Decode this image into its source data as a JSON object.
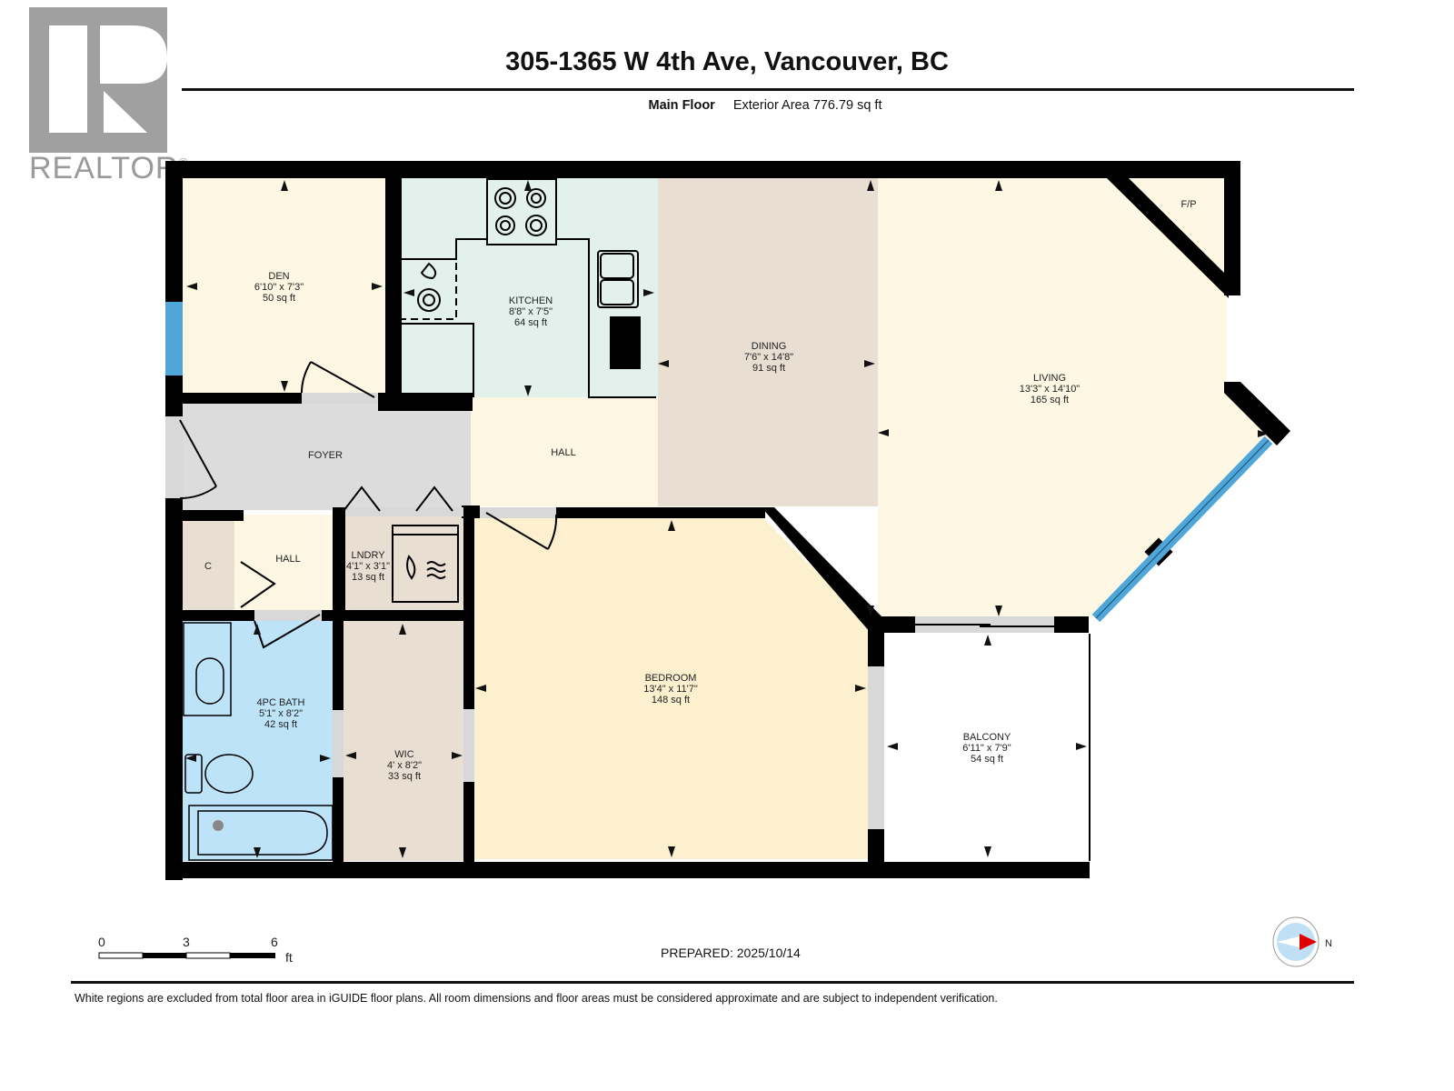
{
  "header": {
    "logo_text": "REALTOR",
    "logo_reg": "®",
    "title": "305-1365 W 4th Ave, Vancouver, BC",
    "floor_label": "Main Floor",
    "exterior_area": "Exterior Area 776.79 sq ft"
  },
  "rooms": {
    "den": {
      "name": "DEN",
      "dims": "6'10\" x 7'3\"",
      "area": "50 sq ft"
    },
    "kitchen": {
      "name": "KITCHEN",
      "dims": "8'8\" x 7'5\"",
      "area": "64 sq ft"
    },
    "dining": {
      "name": "DINING",
      "dims": "7'6\" x 14'8\"",
      "area": "91 sq ft"
    },
    "living": {
      "name": "LIVING",
      "dims": "13'3\" x 14'10\"",
      "area": "165 sq ft"
    },
    "fireplace": {
      "name": "F/P"
    },
    "foyer": {
      "name": "FOYER"
    },
    "hall_upper": {
      "name": "HALL"
    },
    "hall_lower": {
      "name": "HALL"
    },
    "closet": {
      "name": "C"
    },
    "laundry": {
      "name": "LNDRY",
      "dims": "4'1\" x 3'1\"",
      "area": "13 sq ft"
    },
    "bath": {
      "name": "4PC BATH",
      "dims": "5'1\" x 8'2\"",
      "area": "42 sq ft"
    },
    "wic": {
      "name": "WIC",
      "dims": "4' x 8'2\"",
      "area": "33 sq ft"
    },
    "bedroom": {
      "name": "BEDROOM",
      "dims": "13'4\" x 11'7\"",
      "area": "148 sq ft"
    },
    "balcony": {
      "name": "BALCONY",
      "dims": "6'11\" x 7'9\"",
      "area": "54 sq ft"
    }
  },
  "colors": {
    "wall": "#000000",
    "den": "#fdf6e3",
    "kitchen": "#e3f1ec",
    "dining": "#e8dfd2",
    "living": "#fdf7e3",
    "foyer": "#dcdcdc",
    "hall": "#fdf6e3",
    "closet": "#e8dfd2",
    "laundry": "#e8dfd2",
    "bath": "#bde3f8",
    "wic": "#e8dfd2",
    "bedroom": "#fdf0cf",
    "balcony": "#ffffff",
    "window": "#4fa6d9",
    "compass_fill": "#bfe0f4",
    "compass_arrow": "#e00000"
  },
  "scale_bar": {
    "ticks": [
      "0",
      "3",
      "6"
    ],
    "unit": "ft"
  },
  "compass": {
    "label": "N"
  },
  "footer": {
    "prepared": "PREPARED: 2025/10/14",
    "disclaimer": "White regions are excluded from total floor area in iGUIDE floor plans. All room dimensions and floor areas must be considered approximate and are subject to independent verification."
  }
}
